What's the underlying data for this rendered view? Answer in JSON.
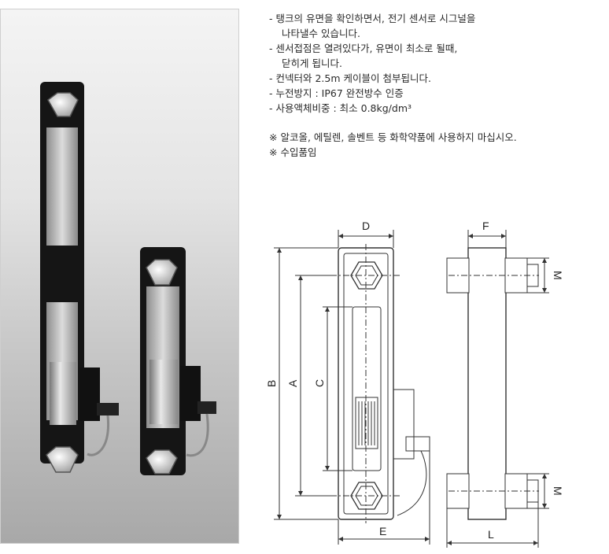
{
  "spec": {
    "lines": [
      "- 탱크의 유면을 확인하면서, 전기 센서로 시그널을",
      "나타낼수 있습니다.",
      "- 센서접점은 열려있다가, 유면이 최소로 될때,",
      "닫히게 됩니다.",
      "- 컨넥터와 2.5m 케이블이 첨부됩니다.",
      "- 누전방지 : IP67 완전방수 인증",
      "- 사용액체비중 : 최소 0.8kg/dm³"
    ],
    "notes": [
      "※ 알코올, 에틸렌, 솔벤트 등 화학약품에 사용하지 마십시오.",
      "※ 수입품임"
    ]
  },
  "dimensions": {
    "D": "D",
    "F": "F",
    "M_top": "M",
    "M_bottom": "M",
    "B": "B",
    "A": "A",
    "C": "C",
    "E": "E",
    "L": "L"
  },
  "colors": {
    "photo_body": "#1a1a1a",
    "line": "#333333"
  }
}
